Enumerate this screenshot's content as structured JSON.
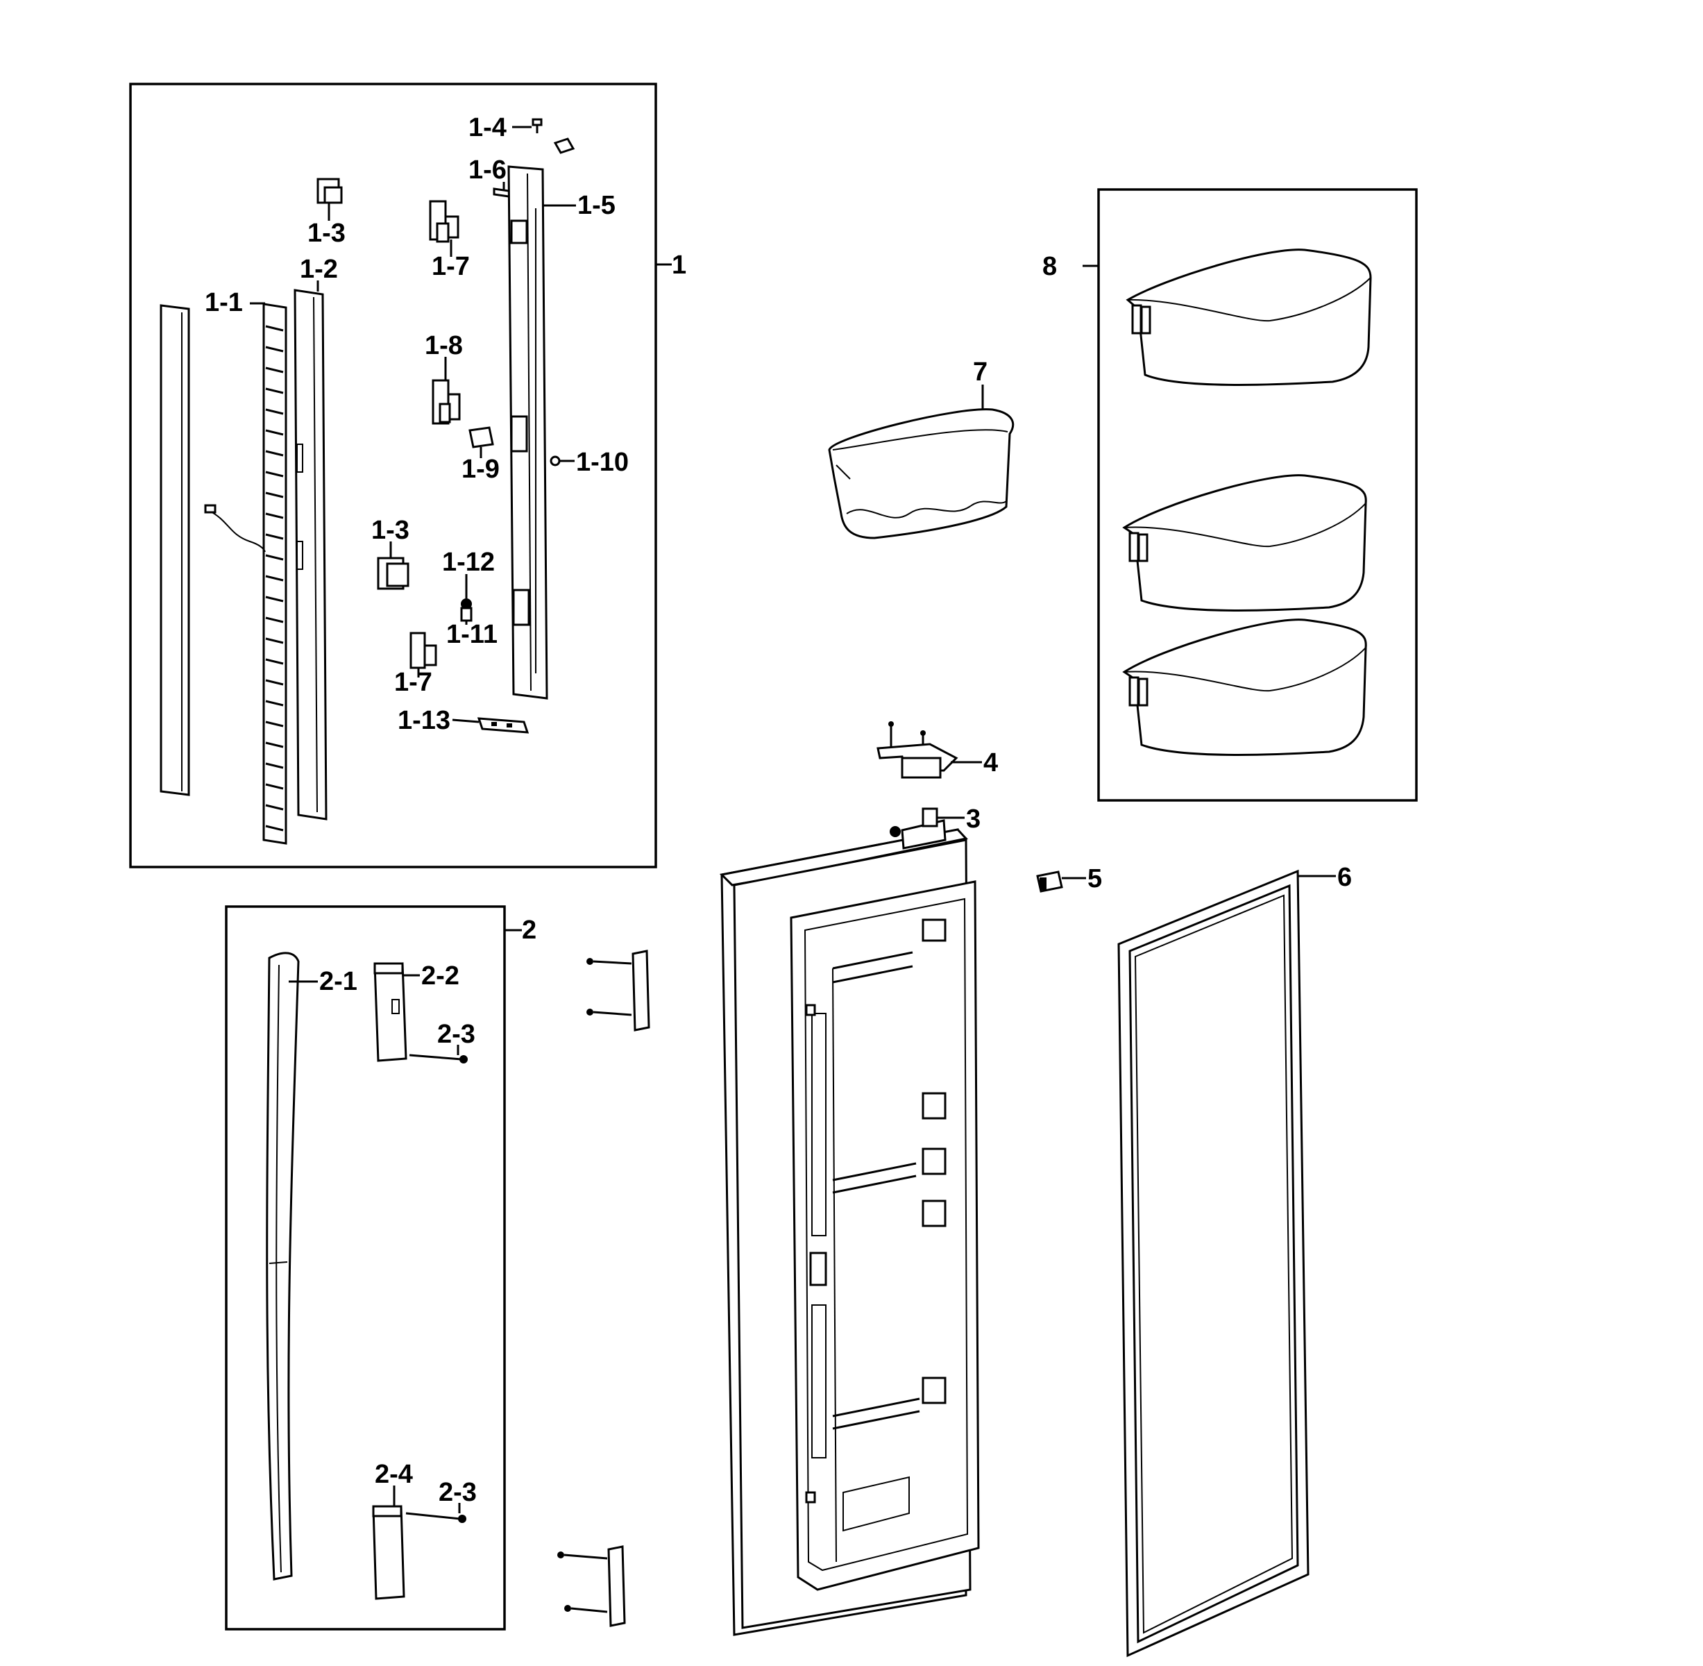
{
  "diagram": {
    "labels": {
      "group1": "1",
      "p1_1": "1-1",
      "p1_2": "1-2",
      "p1_3a": "1-3",
      "p1_3b": "1-3",
      "p1_4": "1-4",
      "p1_5": "1-5",
      "p1_6": "1-6",
      "p1_7a": "1-7",
      "p1_7b": "1-7",
      "p1_8": "1-8",
      "p1_9": "1-9",
      "p1_10": "1-10",
      "p1_11": "1-11",
      "p1_12": "1-12",
      "p1_13": "1-13",
      "group2": "2",
      "p2_1": "2-1",
      "p2_2": "2-2",
      "p2_3a": "2-3",
      "p2_3b": "2-3",
      "p2_4": "2-4",
      "p3": "3",
      "p4": "4",
      "p5": "5",
      "p6": "6",
      "p7": "7",
      "group8": "8"
    }
  }
}
